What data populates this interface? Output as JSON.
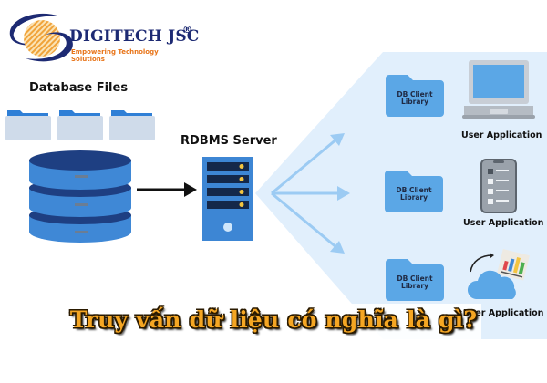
{
  "logo": {
    "company": "DIGITECH JSC",
    "registered_mark": "®",
    "tagline": "Empowering Technology Solutions"
  },
  "diagram": {
    "database_files_label": "Database Files",
    "server_label": "RDBMS Server",
    "clients": [
      {
        "library_line1": "DB Client",
        "library_line2": "Library",
        "app_label": "User Application",
        "device": "laptop-icon"
      },
      {
        "library_line1": "DB Client",
        "library_line2": "Library",
        "app_label": "User Application",
        "device": "smartphone-icon"
      },
      {
        "library_line1": "DB Client",
        "library_line2": "Library",
        "app_label": "User Application",
        "device": "cloud-analytics-icon"
      }
    ]
  },
  "caption": "Truy vấn dữ liệu có nghĩa là gì?",
  "colors": {
    "panel_blue": "#e1effc",
    "folder_blue": "#5ba7e6",
    "db_blue": "#3f88d6",
    "db_dark": "#1e3f82",
    "server_blue": "#3d86d4",
    "arrow_light": "#9ccbf3",
    "caption_gold": "#f5a623",
    "logo_navy": "#1d2a73",
    "logo_orange": "#e8751a"
  }
}
